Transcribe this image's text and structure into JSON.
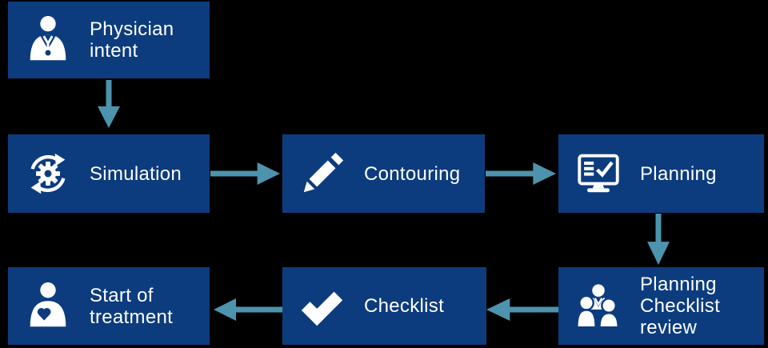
{
  "palette": {
    "background": "#000000",
    "box_blue": "#0c3c7e",
    "arrow_teal": "#4d93ad",
    "text_white": "#ffffff"
  },
  "nodes": [
    {
      "id": "physician-intent",
      "label": "Physician\nintent",
      "icon": "physician-icon"
    },
    {
      "id": "simulation",
      "label": "Simulation",
      "icon": "gear-cycle-icon"
    },
    {
      "id": "contouring",
      "label": "Contouring",
      "icon": "pencil-icon"
    },
    {
      "id": "planning",
      "label": "Planning",
      "icon": "monitor-checklist-icon"
    },
    {
      "id": "planning-checklist-review",
      "label": "Planning\nChecklist\nreview",
      "icon": "people-icon"
    },
    {
      "id": "checklist",
      "label": "Checklist",
      "icon": "checkmark-icon"
    },
    {
      "id": "start-of-treatment",
      "label": "Start of\ntreatment",
      "icon": "person-heart-icon"
    }
  ],
  "flow": [
    {
      "from": "physician-intent",
      "to": "simulation",
      "direction": "down"
    },
    {
      "from": "simulation",
      "to": "contouring",
      "direction": "right"
    },
    {
      "from": "contouring",
      "to": "planning",
      "direction": "right"
    },
    {
      "from": "planning",
      "to": "planning-checklist-review",
      "direction": "down"
    },
    {
      "from": "planning-checklist-review",
      "to": "checklist",
      "direction": "left"
    },
    {
      "from": "checklist",
      "to": "start-of-treatment",
      "direction": "left"
    }
  ]
}
